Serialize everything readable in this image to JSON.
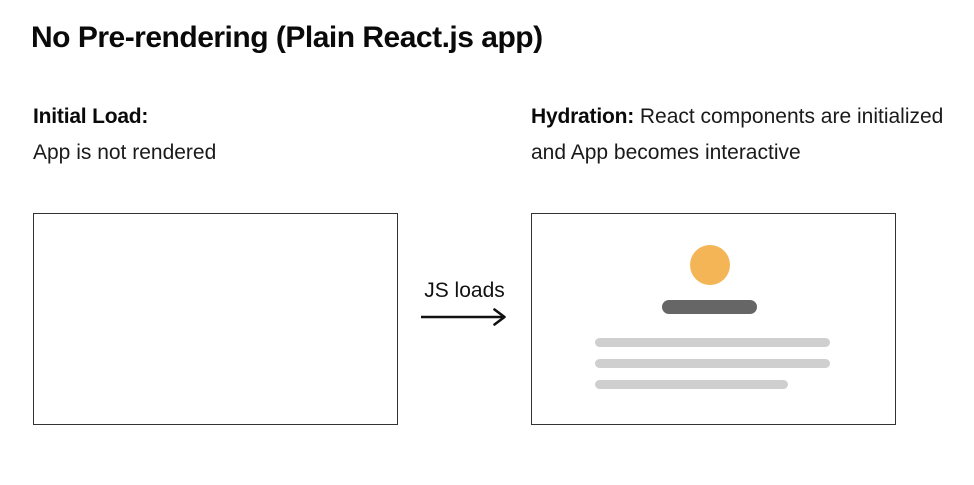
{
  "title": "No Pre-rendering (Plain React.js app)",
  "left": {
    "caption_bold": "Initial Load:",
    "caption_text": "App is not rendered"
  },
  "arrow": {
    "label": "JS loads"
  },
  "right": {
    "caption_bold": "Hydration:",
    "caption_text": "React components are initialized and App becomes interactive"
  },
  "hydrated_box_placeholders": {
    "avatar": "avatar-circle-placeholder",
    "heading": "heading-bar-placeholder",
    "text_line_count": 3
  },
  "colors": {
    "accent_orange": "#F4B556",
    "dark_bar": "#666666",
    "light_bar": "#CFCFCF",
    "box_border": "#333333",
    "text": "#111111"
  }
}
